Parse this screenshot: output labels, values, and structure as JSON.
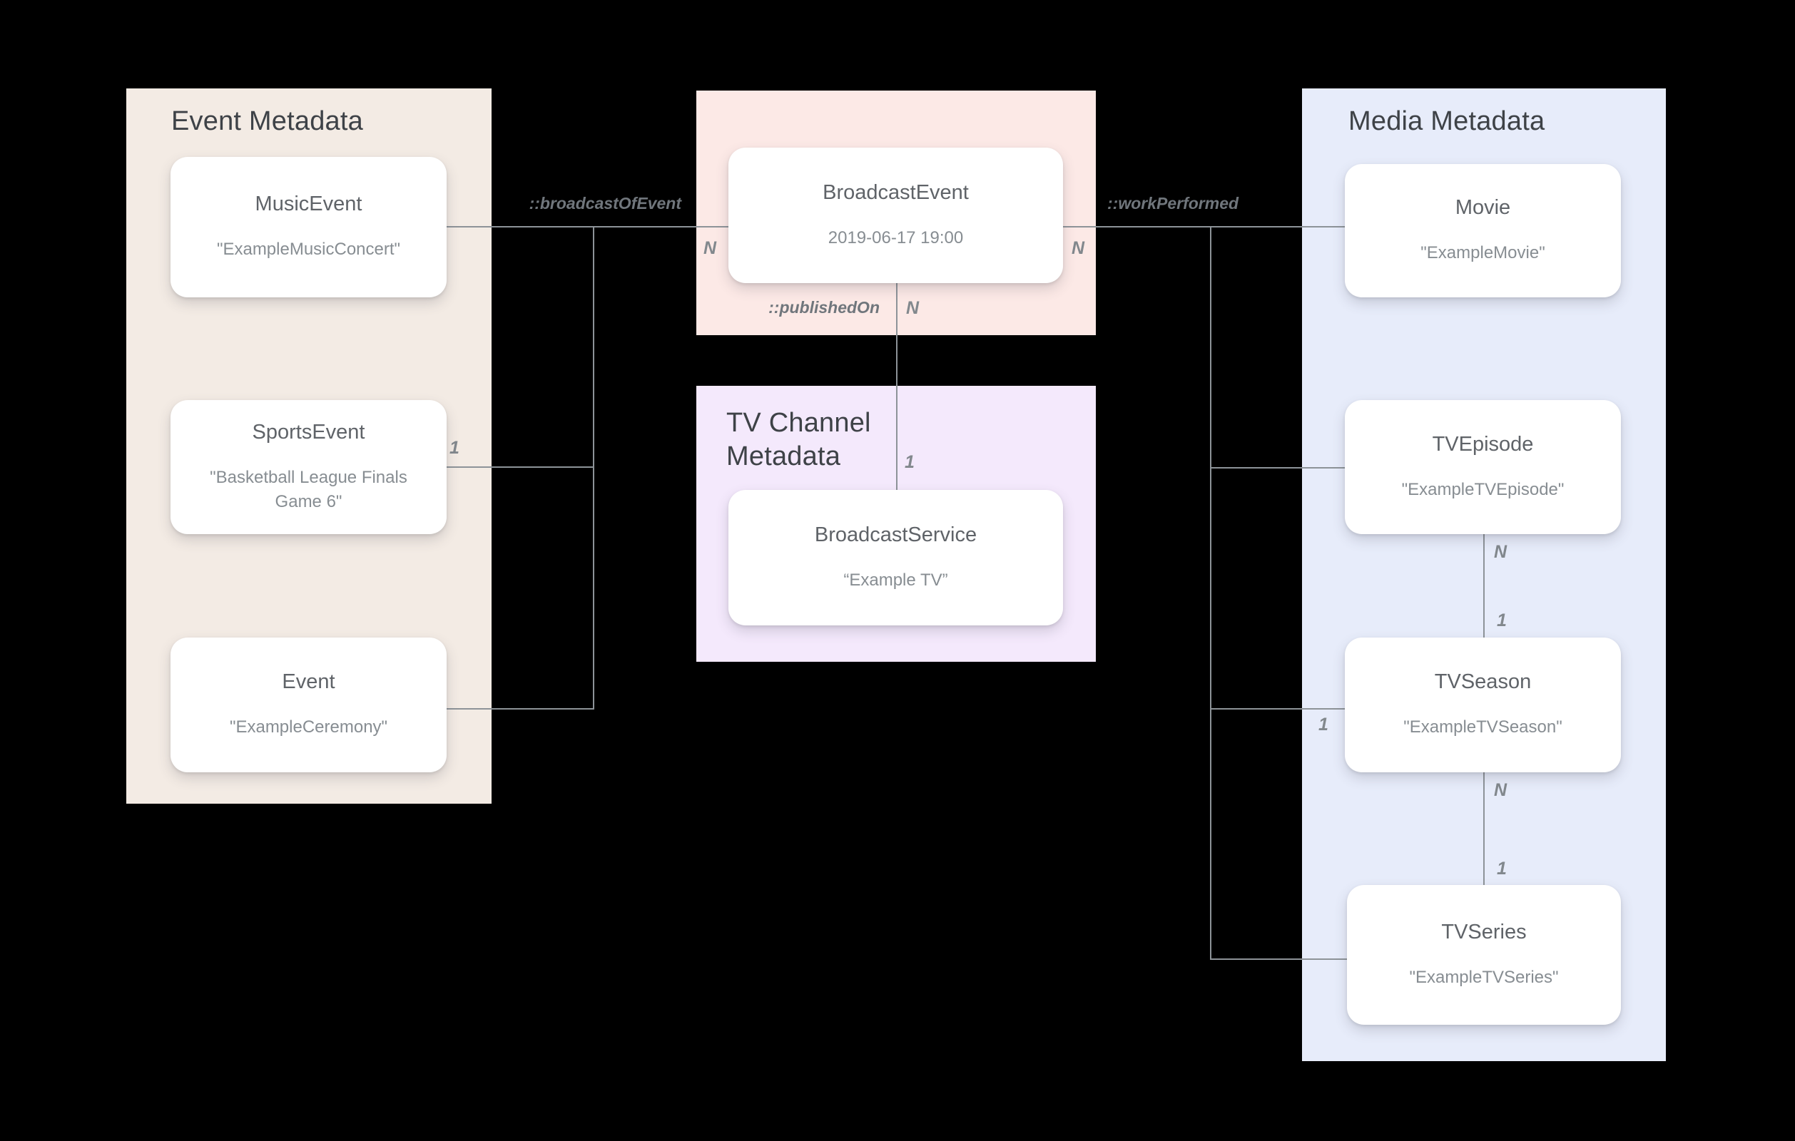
{
  "sections": {
    "event": {
      "title": "Event Metadata"
    },
    "tv_channel": {
      "title": "TV Channel Metadata"
    },
    "media": {
      "title": "Media Metadata"
    }
  },
  "nodes": {
    "music_event": {
      "title": "MusicEvent",
      "subtitle": "\"ExampleMusicConcert\""
    },
    "sports_event": {
      "title": "SportsEvent",
      "subtitle": "\"Basketball League Finals Game 6\""
    },
    "event": {
      "title": "Event",
      "subtitle": "\"ExampleCeremony\""
    },
    "broadcast_event": {
      "title": "BroadcastEvent",
      "subtitle": "2019-06-17 19:00"
    },
    "broadcast_service": {
      "title": "BroadcastService",
      "subtitle": "“Example TV”"
    },
    "movie": {
      "title": "Movie",
      "subtitle": "\"ExampleMovie\""
    },
    "tv_episode": {
      "title": "TVEpisode",
      "subtitle": "\"ExampleTVEpisode\""
    },
    "tv_season": {
      "title": "TVSeason",
      "subtitle": "\"ExampleTVSeason\""
    },
    "tv_series": {
      "title": "TVSeries",
      "subtitle": "\"ExampleTVSeries\""
    }
  },
  "edges": {
    "broadcast_of_event": "::broadcastOfEvent",
    "work_performed": "::workPerformed",
    "published_on": "::publishedOn"
  },
  "cardinalities": {
    "broadcast_left": "N",
    "broadcast_right": "N",
    "published_on": "N",
    "published_on_service": "1",
    "sports_event": "1",
    "tv_season_left": "1",
    "episode_season_top": "N",
    "episode_season_bottom": "1",
    "season_series_top": "N",
    "season_series_bottom": "1"
  },
  "colors": {
    "background": "#000000",
    "event_box": "#f3ebe4",
    "broadcast_box": "#fce9e6",
    "tv_channel_box": "#f4e9fc",
    "media_box": "#e7ecfa",
    "connector": "#8d9398",
    "section_title": "#3e4247",
    "card_title": "#5f6368",
    "card_subtitle": "#878d92"
  }
}
